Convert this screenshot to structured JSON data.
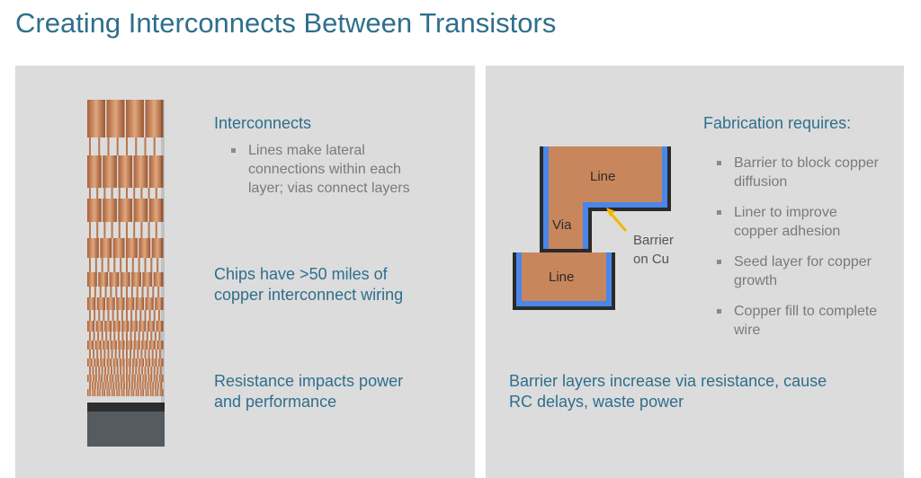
{
  "title": "Creating Interconnects Between Transistors",
  "left": {
    "heading1": "Interconnects",
    "bullets": [
      "Lines make lateral connections within each layer; vias connect layers"
    ],
    "heading2_line1": "Chips have >50 miles of",
    "heading2_line2": "copper interconnect wiring",
    "heading3_line1": "Resistance impacts power",
    "heading3_line2": "and performance"
  },
  "right": {
    "heading": "Fabrication requires:",
    "bullets": [
      "Barrier to block copper diffusion",
      "Liner to improve copper adhesion",
      "Seed layer for copper growth",
      "Copper fill to complete wire"
    ],
    "diagram": {
      "line_top": "Line",
      "via": "Via",
      "line_bottom": "Line",
      "barrier_line1": "Barrier",
      "barrier_line2": "on Cu"
    },
    "footer_line1": "Barrier layers increase via resistance, cause",
    "footer_line2": "RC delays, waste power"
  },
  "colors": {
    "accent": "#2e6f8c",
    "copper": "#c8865c",
    "barrier": "#4a86e8",
    "arrow": "#f2b705"
  }
}
